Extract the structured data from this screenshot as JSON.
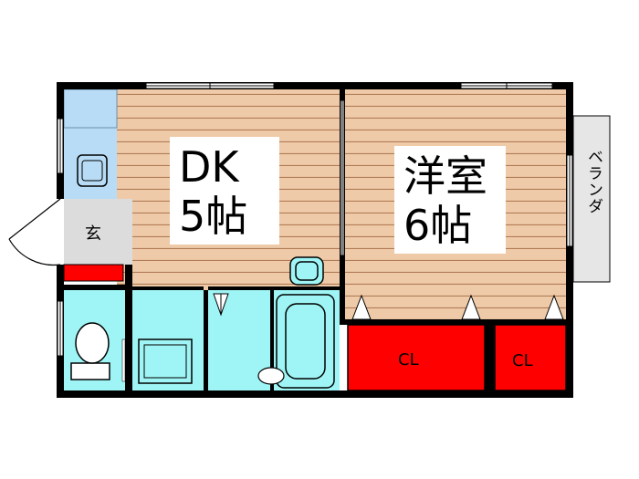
{
  "rooms": {
    "dk": {
      "name": "DK",
      "size": "5帖"
    },
    "western": {
      "name": "洋室",
      "size": "6帖"
    },
    "entrance": {
      "label": "玄"
    },
    "closet_1": {
      "label": "CL"
    },
    "closet_2": {
      "label": "CL"
    },
    "veranda": {
      "label": "ベランダ"
    }
  },
  "colors": {
    "floor_wood": "#eecaa8",
    "floor_line": "#b07c55",
    "wet_area": "#9ff5f5",
    "kitchen": "#b8dcf5",
    "closet": "#ff0000",
    "entrance": "#dcdcdc",
    "veranda": "#e6e6e6",
    "wall": "#000000"
  }
}
